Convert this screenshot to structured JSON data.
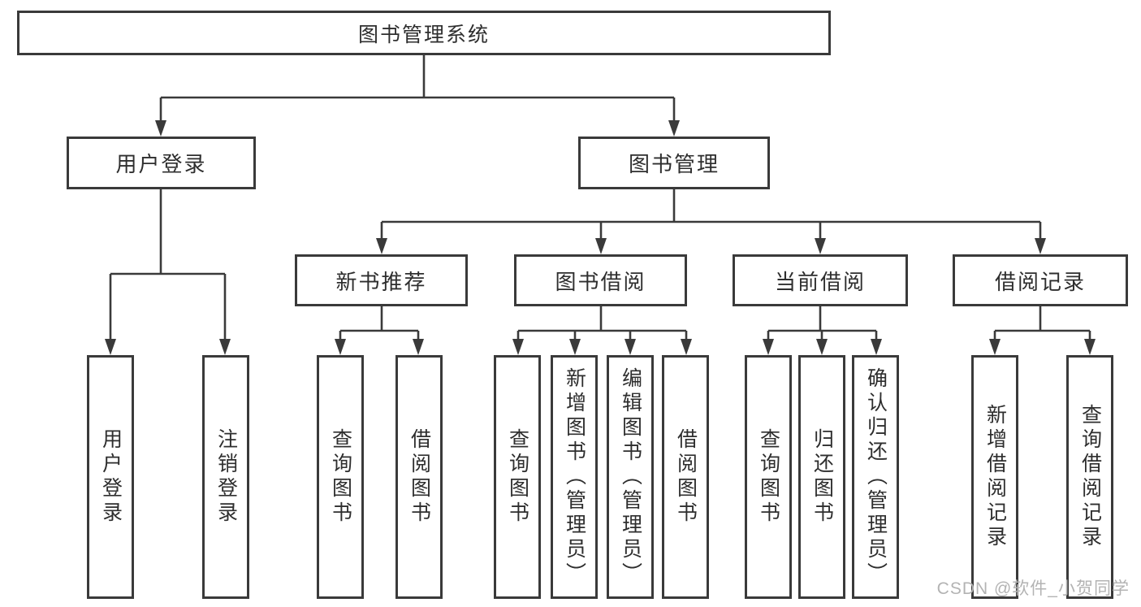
{
  "diagram_type": "feature-hierarchy-tree",
  "colors": {
    "line": "#3a3a3a",
    "box_border": "#3a3a3a",
    "text": "#2e2e2e",
    "watermark": "#b3b3b3",
    "background": "#ffffff"
  },
  "tree": {
    "label": "图书管理系统",
    "children": [
      {
        "label": "用户登录",
        "children": [
          {
            "label": "用户登录"
          },
          {
            "label": "注销登录"
          }
        ]
      },
      {
        "label": "图书管理",
        "children": [
          {
            "label": "新书推荐",
            "children": [
              {
                "label": "查询图书"
              },
              {
                "label": "借阅图书"
              }
            ]
          },
          {
            "label": "图书借阅",
            "children": [
              {
                "label": "查询图书"
              },
              {
                "label": "新增图书（管理员）"
              },
              {
                "label": "编辑图书（管理员）"
              },
              {
                "label": "借阅图书"
              }
            ]
          },
          {
            "label": "当前借阅",
            "children": [
              {
                "label": "查询图书"
              },
              {
                "label": "归还图书"
              },
              {
                "label": "确认归还（管理员）"
              }
            ]
          },
          {
            "label": "借阅记录",
            "children": [
              {
                "label": "新增借阅记录"
              },
              {
                "label": "查询借阅记录"
              }
            ]
          }
        ]
      }
    ]
  },
  "watermark": {
    "text": "CSDN @软件_小贺同学"
  }
}
